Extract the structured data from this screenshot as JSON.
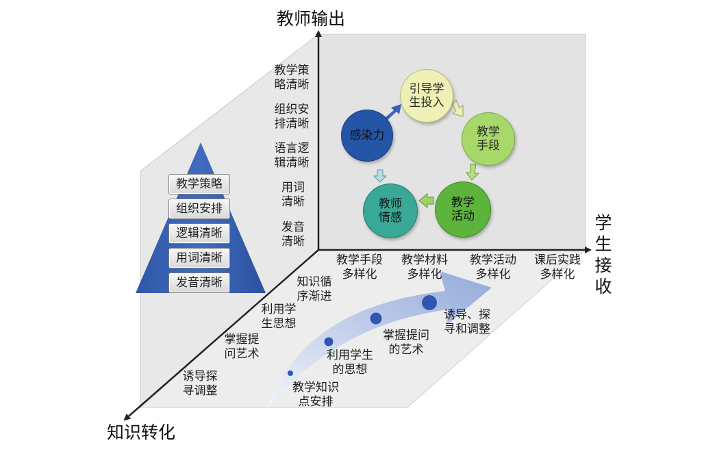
{
  "axes": {
    "vertical": "教师输出",
    "horizontal": "学生\n接\n收",
    "diagonal": "知识转化"
  },
  "pyramid": {
    "items": [
      "教学策略",
      "组织安排",
      "逻辑清晰",
      "用词清晰",
      "发音清晰"
    ],
    "color": "#3a64b2"
  },
  "left_labels": [
    "教学策\n略清晰",
    "组织安\n排清晰",
    "语言逻\n辑清晰",
    "用词\n清晰",
    "发音\n清晰"
  ],
  "bottom_labels": [
    "教学手段\n多样化",
    "教学材料\n多样化",
    "教学活动\n多样化",
    "课后实践\n多样化"
  ],
  "diag_labels": [
    "知识循\n序渐进",
    "利用学\n生思想",
    "掌握提\n问艺术",
    "诱导探\n寻调整"
  ],
  "cycle": {
    "nodes": [
      {
        "label": "引导学\n生投入",
        "color": "#eef0b5"
      },
      {
        "label": "教学\n手段",
        "color": "#a8d86a"
      },
      {
        "label": "教学\n活动",
        "color": "#5cb43c"
      },
      {
        "label": "教师\n情感",
        "color": "#3aa896"
      },
      {
        "label": "感染力",
        "color": "#2555a6"
      }
    ]
  },
  "arrow_labels": [
    "教学知识\n点安排",
    "利用学生\n的思想",
    "掌握提问\n的艺术",
    "诱导、探\n寻和调整"
  ]
}
